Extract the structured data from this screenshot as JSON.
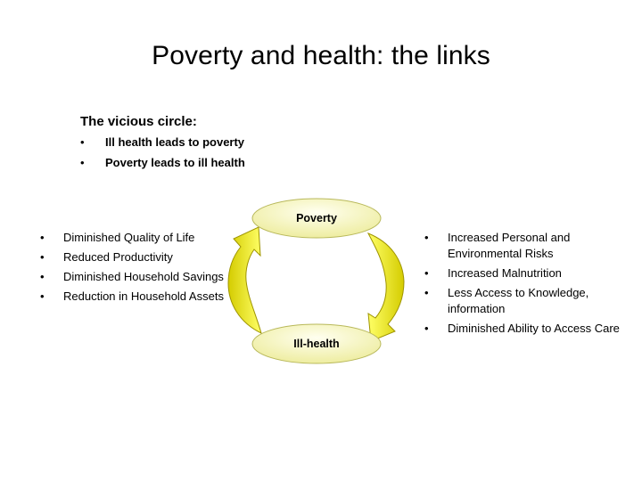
{
  "slide": {
    "title": "Poverty and health: the links"
  },
  "intro": {
    "heading": "The vicious circle:",
    "bullets": [
      "Ill health leads to poverty",
      "Poverty leads to ill health"
    ]
  },
  "cycle": {
    "top_node": "Poverty",
    "bottom_node": "Ill-health",
    "colors": {
      "node_fill_light": "#fffff0",
      "node_fill_dark": "#eeeda0",
      "node_stroke": "#b8b85a",
      "arrow_fill_light": "#ffff66",
      "arrow_fill_dark": "#d4cc00",
      "arrow_stroke": "#9e9400"
    }
  },
  "left_list": [
    "Diminished Quality of Life",
    "Reduced Productivity",
    "Diminished Household Savings",
    "Reduction in Household Assets"
  ],
  "right_list": [
    "Increased Personal and Environmental Risks",
    "Increased Malnutrition",
    "Less Access to Knowledge, information",
    "Diminished Ability to Access Care"
  ],
  "bullet_glyph": "•"
}
